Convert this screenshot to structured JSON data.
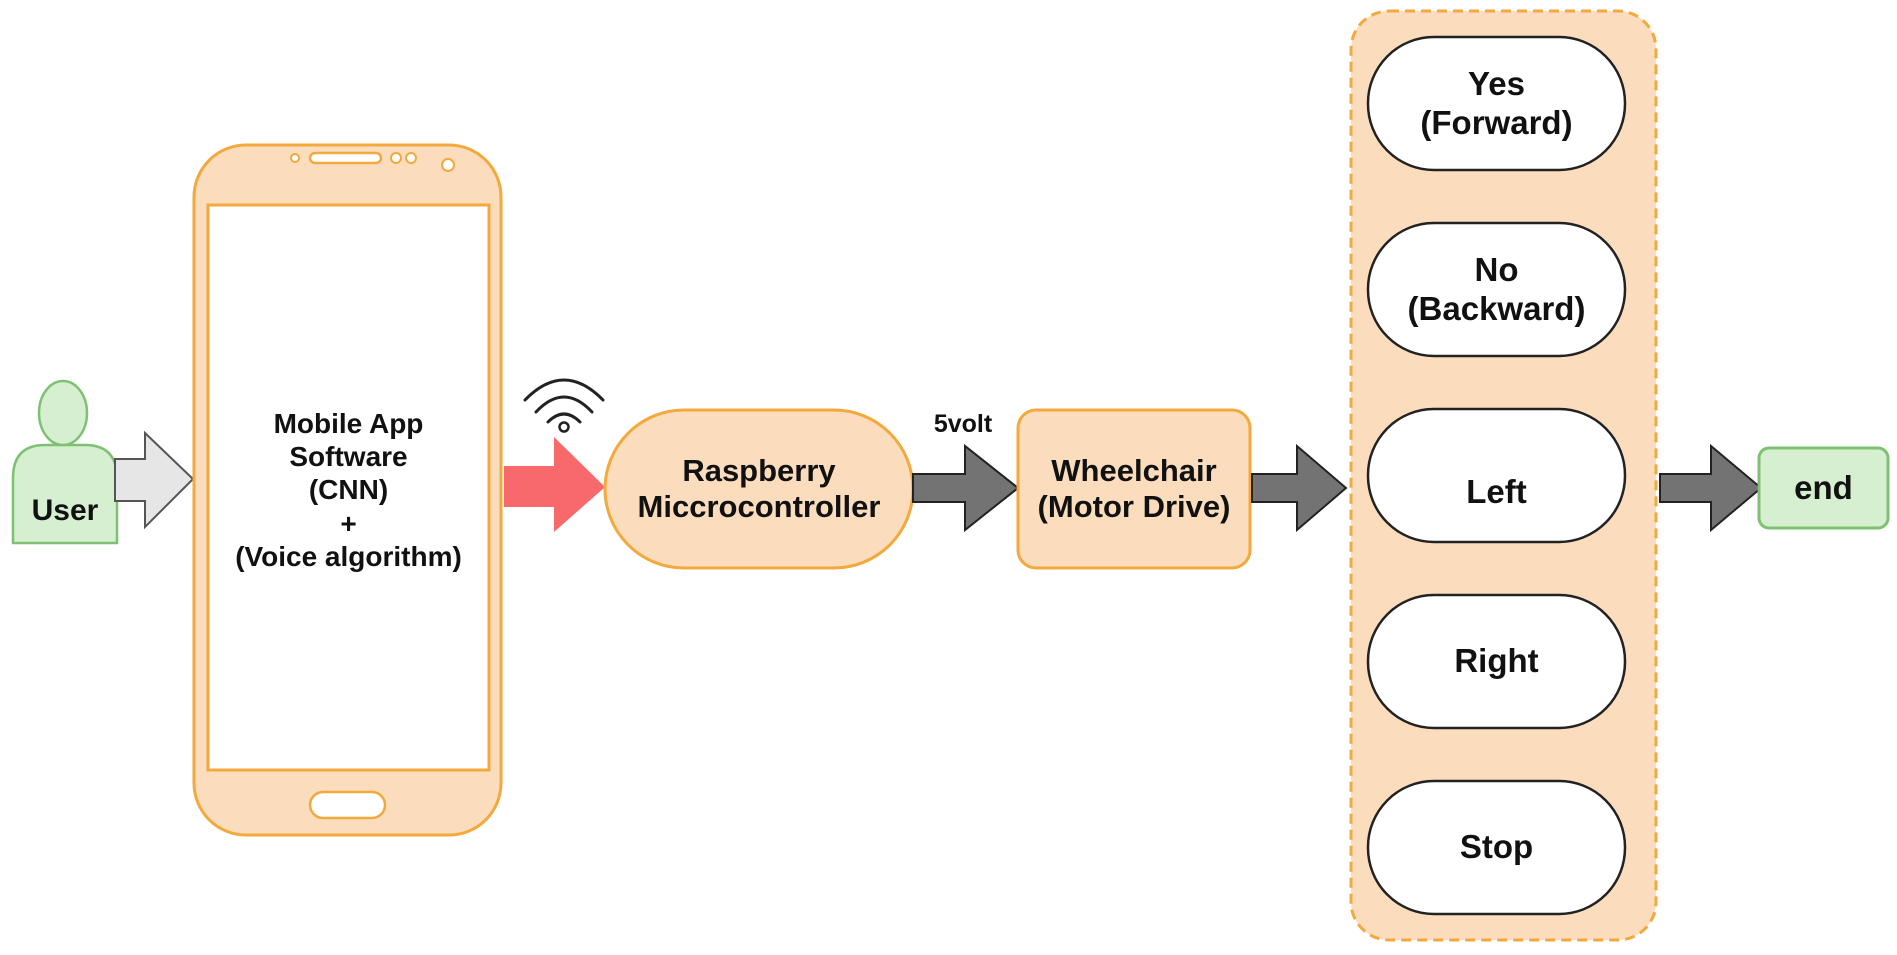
{
  "colors": {
    "orange_stroke": "#F3A93B",
    "orange_fill": "#FBDDBE",
    "green_stroke": "#7DC173",
    "green_fill": "#D6EFD0",
    "red_arrow": "#F8696B",
    "dark_arrow": "#737373",
    "light_arrow": "#E6E6E6"
  },
  "user": {
    "label": "User",
    "icon": "person-icon"
  },
  "phone": {
    "line1": "Mobile App",
    "line2": "Software",
    "line3": "(CNN)",
    "line4": "+",
    "line5": "(Voice algorithm)",
    "wifi_icon": "wifi-icon"
  },
  "controller": {
    "line1": "Raspberry",
    "line2": "Miccrocontroller"
  },
  "voltage_label": "5volt",
  "motor": {
    "line1": "Wheelchair",
    "line2": "(Motor Drive)"
  },
  "commands": {
    "yes": {
      "line1": "Yes",
      "line2": "(Forward)"
    },
    "no": {
      "line1": "No",
      "line2": "(Backward)"
    },
    "left": "Left",
    "right": "Right",
    "stop": "Stop"
  },
  "end_label": "end"
}
